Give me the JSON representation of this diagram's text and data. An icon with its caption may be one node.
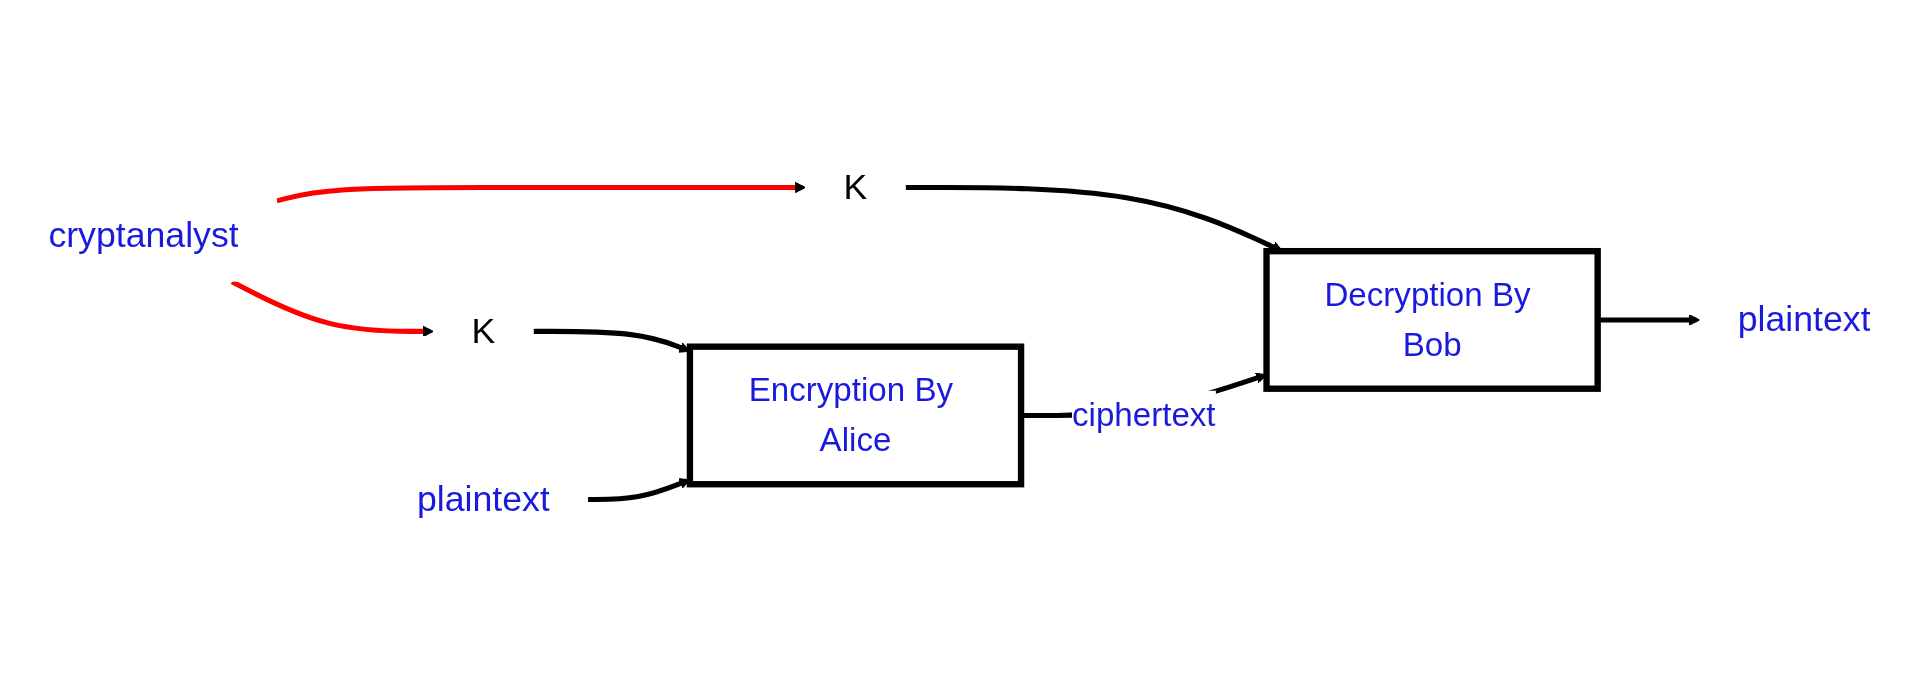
{
  "diagram": {
    "nodes": [
      {
        "text": [
          "cryptanalyst"
        ]
      },
      {
        "text": [
          "K"
        ]
      },
      {
        "text": [
          "K"
        ]
      },
      {
        "text": [
          "plaintext"
        ]
      },
      {
        "text": [
          "Encryption By Alice"
        ]
      },
      {
        "text": [
          "Decryption By Bob"
        ]
      },
      {
        "text": [
          "plaintext"
        ]
      }
    ],
    "edges": [
      {
        "from": 0,
        "to": 1,
        "arrow": "to",
        "color": "#ff0000"
      },
      {
        "from": 0,
        "to": 2,
        "arrow": "to",
        "color": "#ff0000"
      },
      {
        "from": 1,
        "to": 4,
        "arrow": "to"
      },
      {
        "from": 2,
        "to": 5,
        "arrow": "to"
      },
      {
        "from": 3,
        "to": 4,
        "arrow": "to"
      },
      {
        "from": 4,
        "to": 5,
        "arrow": "to",
        "label": "ciphertext"
      },
      {
        "from": 5,
        "to": 6,
        "arrow": "to"
      }
    ]
  }
}
